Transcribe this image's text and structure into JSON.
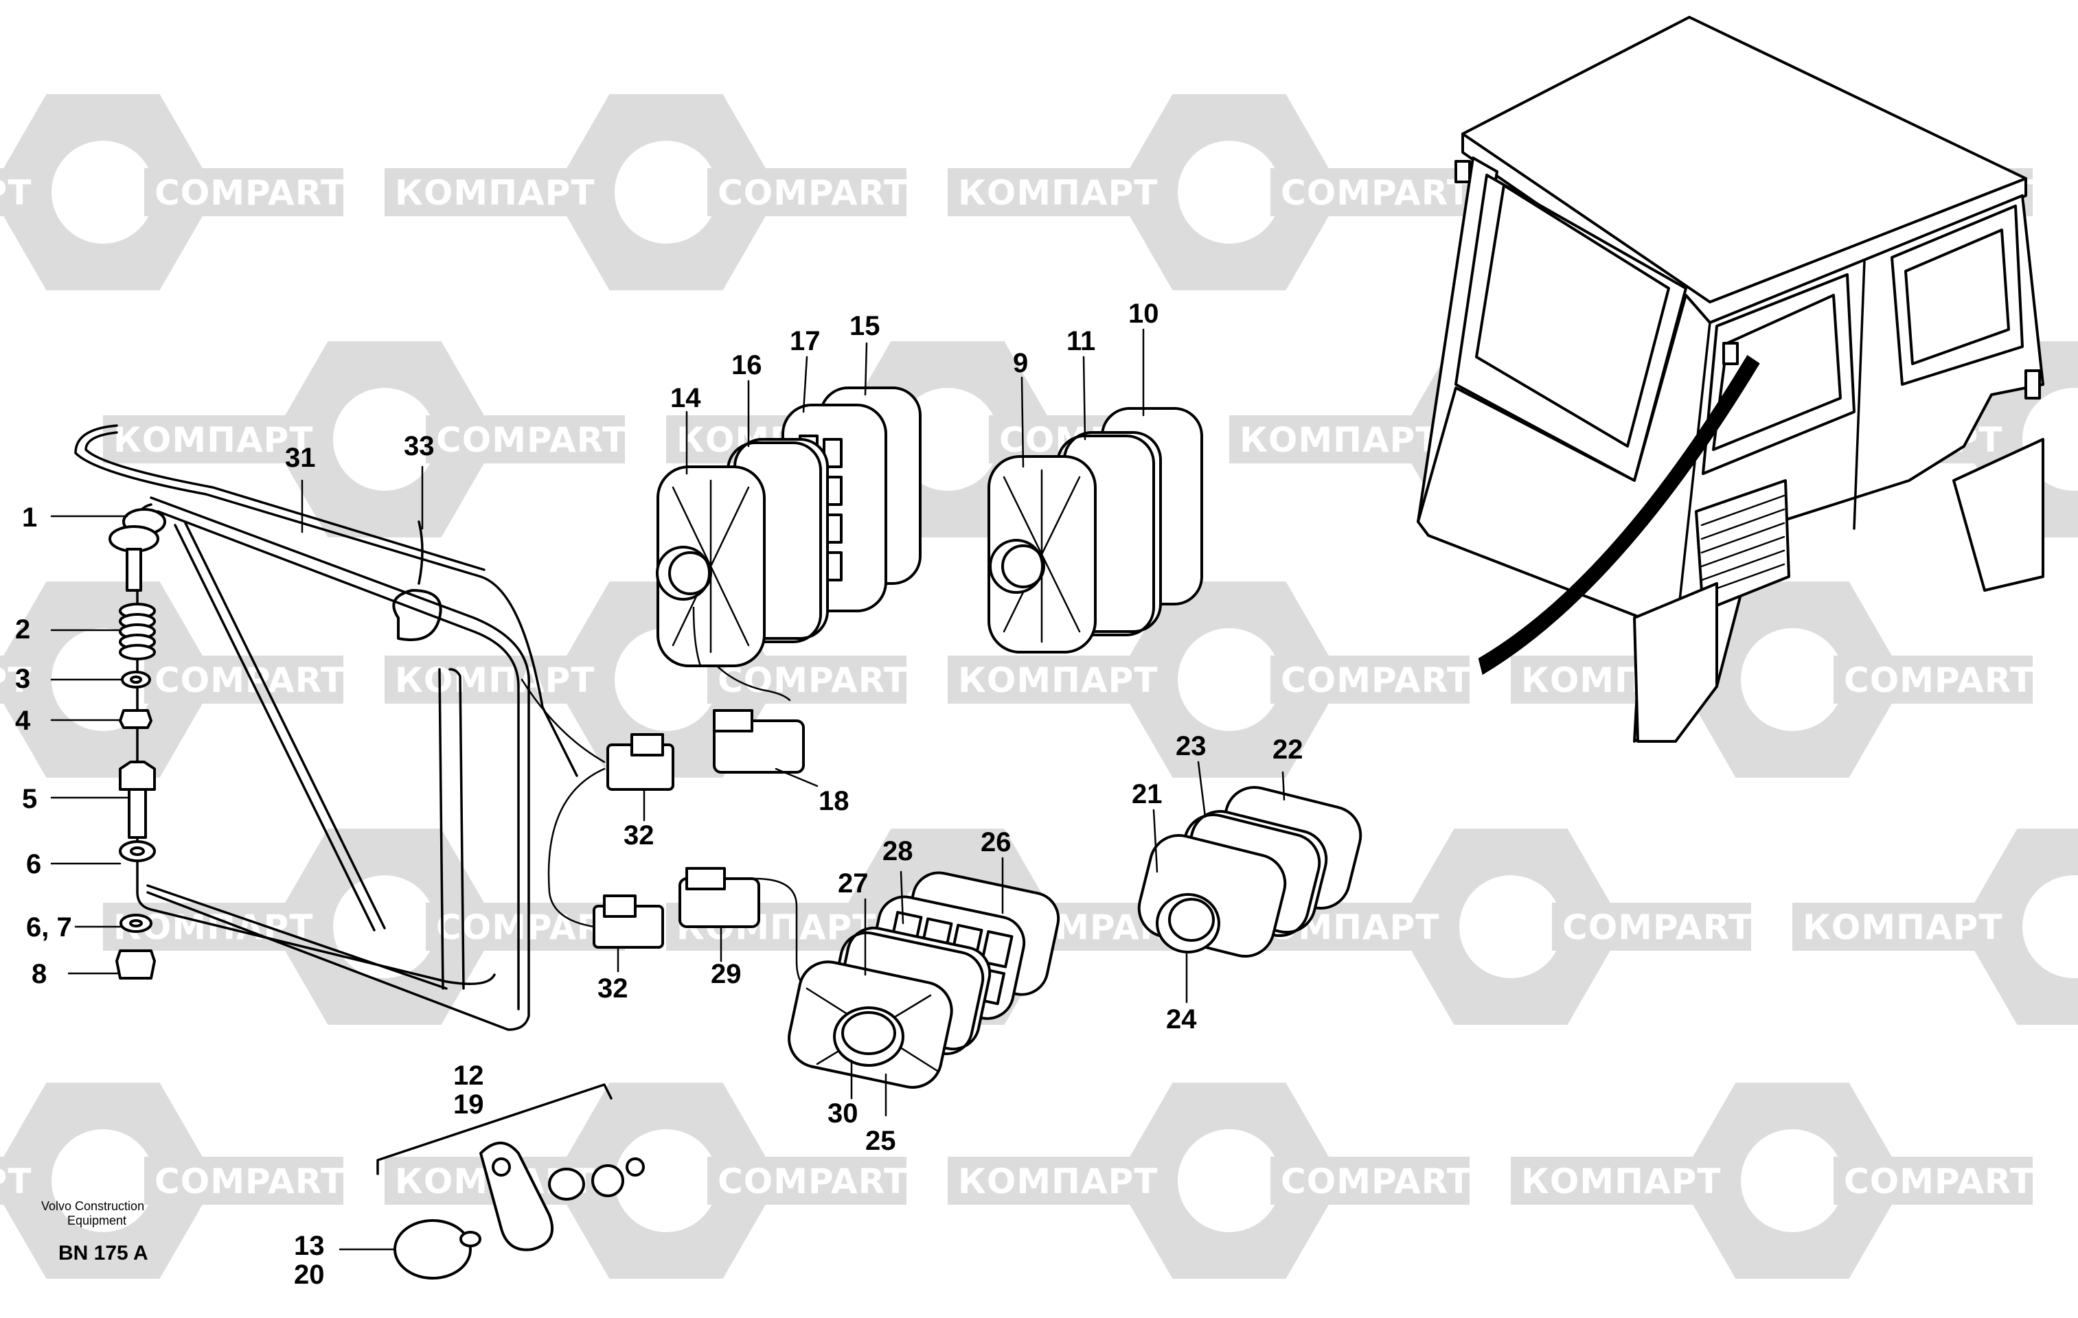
{
  "watermark": {
    "brand_latin": "COMPART",
    "brand_cyrillic": "КОМПАРТ",
    "color": "#dcdcdc"
  },
  "diagram": {
    "source_line1": "Volvo Construction",
    "source_line2": "Equipment",
    "code": "BN 175 A"
  },
  "callouts": [
    "1",
    "2",
    "3",
    "4",
    "5",
    "6",
    "6, 7",
    "8",
    "31",
    "33",
    "14",
    "16",
    "17",
    "15",
    "9",
    "11",
    "10",
    "18",
    "32",
    "32",
    "29",
    "27",
    "28",
    "26",
    "30",
    "25",
    "21",
    "23",
    "22",
    "24",
    "12",
    "19",
    "13",
    "20"
  ]
}
